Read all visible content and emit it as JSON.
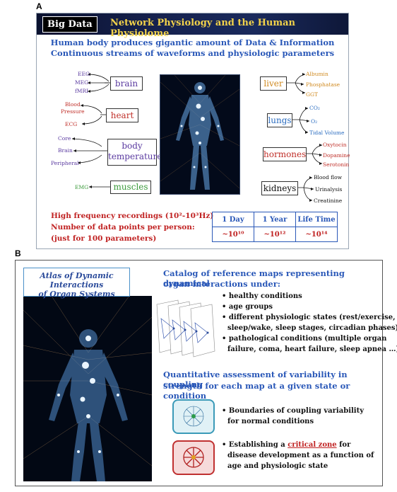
{
  "panel_a": {
    "letter": "A",
    "banner_label": "Big Data",
    "banner_title": "Network Physiology and the Human Physiolome",
    "intro_line1": "Human body produces gigantic amount of Data & Information",
    "intro_line2": "Continuous streams of waveforms and physiologic parameters",
    "organs": {
      "brain": {
        "label": "brain",
        "signals": [
          "EEG",
          "MEG",
          "fMRI"
        ]
      },
      "heart": {
        "label": "heart",
        "signals": [
          "Blood",
          "Pressure",
          "ECG"
        ]
      },
      "body_temperature": {
        "label_line1": "body",
        "label_line2": "temperature",
        "signals": [
          "Core",
          "Brain",
          "Peripheral"
        ]
      },
      "muscles": {
        "label": "muscles",
        "signals": [
          "EMG"
        ]
      },
      "liver": {
        "label": "liver",
        "signals": [
          "Albumin",
          "Phosphatase",
          "GGT"
        ]
      },
      "lungs": {
        "label": "lungs",
        "signals": [
          "CO₂",
          "O₂",
          "Tidal Volume"
        ]
      },
      "hormones": {
        "label": "hormones",
        "signals": [
          "Oxytocin",
          "Dopamine",
          "Serotonin"
        ]
      },
      "kidneys": {
        "label": "kidneys",
        "signals": [
          "Blood flow",
          "Urinalysis",
          "Creatinine"
        ]
      }
    },
    "recording_line1": "High frequency recordings (10²-10³Hz)",
    "recording_line2": "Number of data points per person:",
    "recording_line3": "(just for 100 parameters)",
    "table": {
      "headers": [
        "1 Day",
        "1 Year",
        "Life Time"
      ],
      "values": [
        "~10¹⁰",
        "~10¹²",
        "~10¹⁴"
      ]
    }
  },
  "panel_b": {
    "letter": "B",
    "atlas_line1": "Atlas of Dynamic Interactions",
    "atlas_line2": "of Organ Systems",
    "catalog_line1": "Catalog of reference maps representing dynamical",
    "catalog_line2": "organ interactions under:",
    "conditions": [
      "• healthy conditions",
      "• age groups",
      "• different physiologic states (rest/exercise,",
      "sleep/wake, sleep stages, circadian phases)",
      "• pathological conditions (multiple organ",
      "failure, coma, heart failure, sleep apnea …)"
    ],
    "quant_line1": "Quantitative assessment of variability in coupling",
    "quant_line2": "strength for each map at a given state or condition",
    "normal_line1": "• Boundaries of coupling variability",
    "normal_line2": "for normal conditions",
    "critical_prefix": "• Establishing a ",
    "critical_word": "critical zone",
    "critical_suffix": " for",
    "critical_line2": "disease development as a function of",
    "critical_line3": "age and physiologic state"
  },
  "colors": {
    "title_blue": "#2a58b8",
    "emphasis_red": "#c02222",
    "banner_gold": "#f2d24a",
    "banner_navy": "#16224f"
  }
}
